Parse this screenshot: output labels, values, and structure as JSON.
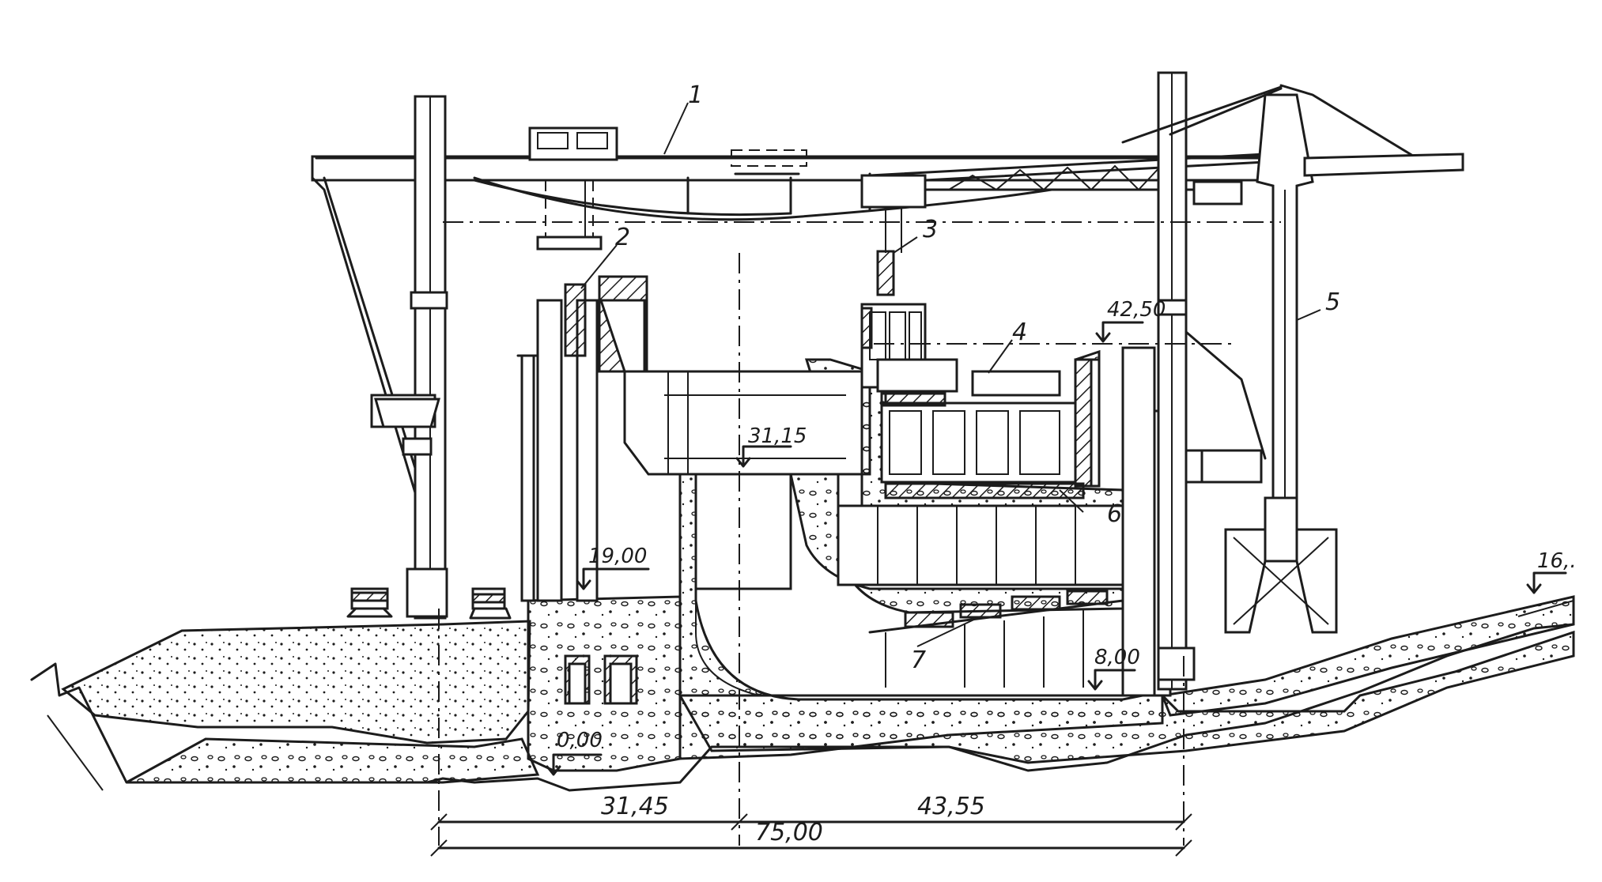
{
  "callouts": {
    "c1": "1",
    "c2": "2",
    "c3": "3",
    "c4": "4",
    "c5": "5",
    "c6": "6",
    "c7": "7"
  },
  "elevations": {
    "crane_rail": "42,50",
    "turbine_axis": "31,15",
    "inlet_deck": "19,00",
    "draft_outlet": "8,00",
    "foundation_zero": "0,00",
    "tailwater_bank": "16,."
  },
  "dimensions": {
    "upstream_part": "31,45",
    "downstream_part": "43,55",
    "total_length": "75,00"
  },
  "colors": {
    "ink": "#1c1c1c",
    "paper": "#ffffff"
  }
}
